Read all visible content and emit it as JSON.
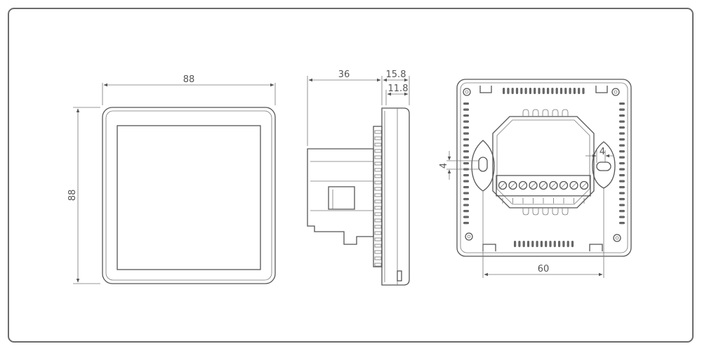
{
  "diagram": {
    "frame_color": "#6b6b6b",
    "line_color": "#555555",
    "front_view": {
      "width_label": "88",
      "height_label": "88"
    },
    "side_view": {
      "depth_label": "36",
      "front_depth_label": "15.8",
      "inner_depth_label": "11.8"
    },
    "rear_view": {
      "hole_spacing_label": "60",
      "left_slot_label": "4",
      "right_slot_label": "4"
    }
  }
}
